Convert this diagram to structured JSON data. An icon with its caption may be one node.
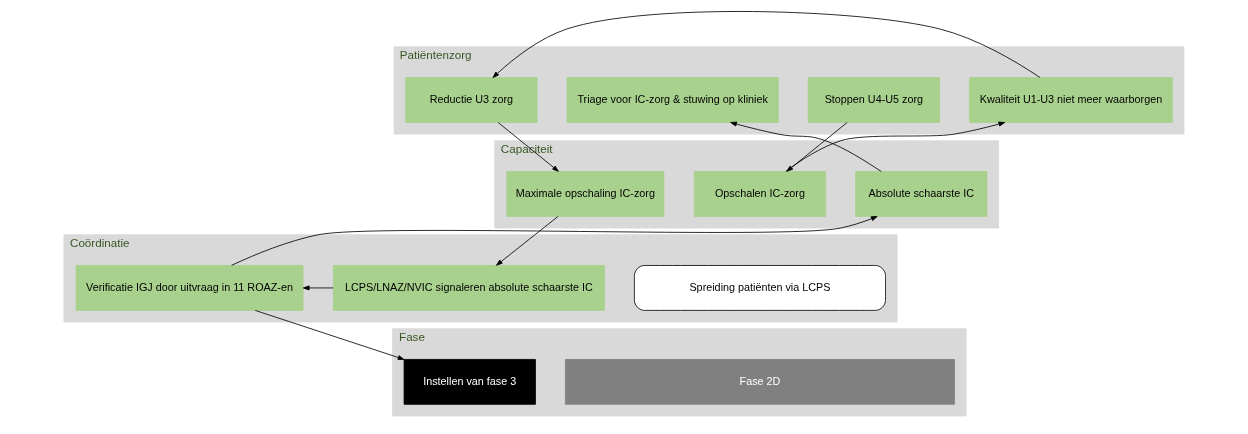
{
  "diagram": {
    "nodes": [
      {
        "text": [
          "Patiëntenzorg"
        ]
      },
      {
        "text": [
          "Stoppen U4-U5 zorg"
        ],
        "in": 0
      },
      {
        "text": [
          "Kwaliteit U1-U3 niet meer waarborgen"
        ],
        "in": 0
      },
      {
        "text": [
          "Reductie U3 zorg"
        ],
        "in": 0
      },
      {
        "text": [
          "Triage voor IC-zorg & stuwing op kliniek"
        ],
        "in": 0
      },
      {
        "text": [
          "Capaciteit"
        ]
      },
      {
        "text": [
          "Opschalen IC-zorg"
        ],
        "in": 5
      },
      {
        "text": [
          "Maximale opschaling IC-zorg"
        ],
        "in": 5
      },
      {
        "text": [
          "Absolute schaarste IC"
        ],
        "in": 5
      },
      {
        "text": [
          "Coördinatie"
        ]
      },
      {
        "text": [
          "Spreiding patiënten via LCPS"
        ],
        "in": 9
      },
      {
        "text": [
          "LCPS/LNAZ/NVIC signaleren absolute schaarste IC"
        ],
        "in": 9
      },
      {
        "text": [
          "Verificatie IGJ door uitvraag in 11 ROAZ-en"
        ],
        "in": 9
      },
      {
        "text": [
          "Fase"
        ]
      },
      {
        "text": [
          "Fase 2D"
        ],
        "in": 13
      },
      {
        "text": [
          "Instellen van fase 3"
        ],
        "in": 13
      }
    ],
    "edges": [
      {
        "from": 1,
        "to": 6,
        "arrow": "to"
      },
      {
        "from": 6,
        "to": 2,
        "arrow": "to"
      },
      {
        "from": 2,
        "to": 3,
        "arrow": "to"
      },
      {
        "from": 3,
        "to": 7,
        "arrow": "to"
      },
      {
        "from": 7,
        "to": 11,
        "arrow": "to"
      },
      {
        "from": 11,
        "to": 12,
        "arrow": "to"
      },
      {
        "from": 12,
        "to": 8,
        "arrow": "to"
      },
      {
        "from": 8,
        "to": 4,
        "arrow": "to"
      },
      {
        "from": 12,
        "to": 15,
        "arrow": "to"
      }
    ]
  }
}
